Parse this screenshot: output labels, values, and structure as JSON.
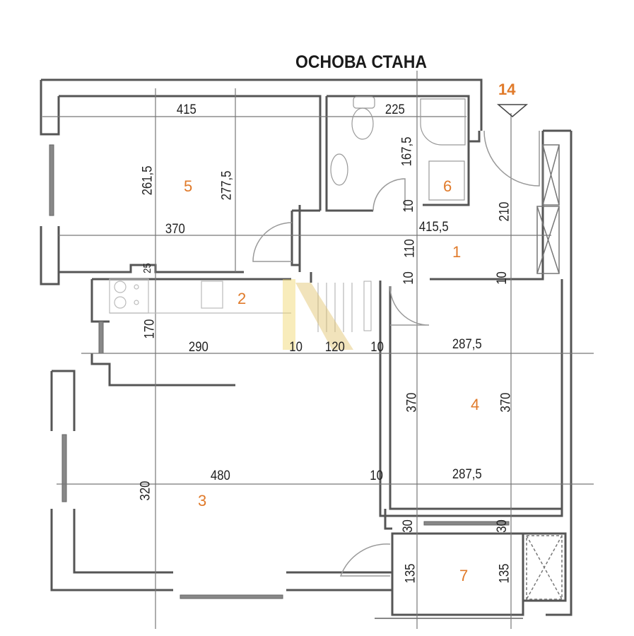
{
  "title": "ОСНОВА СТАНА",
  "accent_color": "#e07a2a",
  "marker": {
    "label": "14"
  },
  "rooms": [
    {
      "id": "1",
      "label": "1"
    },
    {
      "id": "2",
      "label": "2"
    },
    {
      "id": "3",
      "label": "3"
    },
    {
      "id": "4",
      "label": "4"
    },
    {
      "id": "5",
      "label": "5"
    },
    {
      "id": "6",
      "label": "6"
    },
    {
      "id": "7",
      "label": "7"
    }
  ],
  "dimensions": {
    "room5_width_top": "415",
    "room5_width_bottom": "370",
    "room5_height_left": "261,5",
    "room5_height_right": "277,5",
    "room5_wall": "25",
    "bath_width": "225",
    "bath_height": "167,5",
    "bath_wall": "10",
    "hall_width": "415,5",
    "hall_height": "110",
    "hall_wall_bottom_left": "10",
    "hall_wall_bottom_right": "10",
    "entry_height": "210",
    "kitchen_height": "170",
    "kitchen_width": "290",
    "stair_wall_left": "10",
    "stair_width": "120",
    "stair_wall_right": "10",
    "room4_width_top": "287,5",
    "room4_width_bottom": "287,5",
    "room4_height_left": "370",
    "room4_height_right": "370",
    "room3_width": "480",
    "room3_height": "320",
    "room3_wall": "10",
    "balcony_wall_left": "30",
    "balcony_wall_right": "30",
    "balcony_height_left": "135",
    "balcony_height_right": "135"
  }
}
